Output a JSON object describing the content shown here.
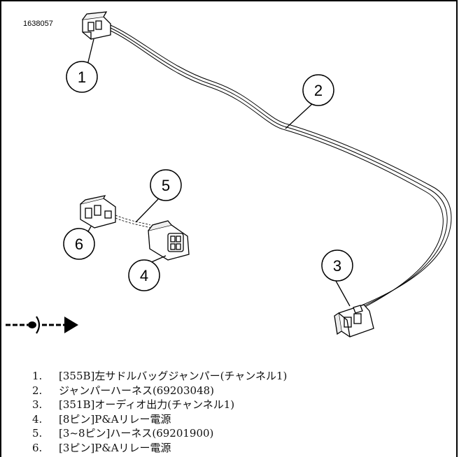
{
  "figure": {
    "number": "1638057"
  },
  "callouts": [
    "1",
    "2",
    "3",
    "4",
    "5",
    "6"
  ],
  "legend": [
    {
      "num": "1.",
      "text": "[355B]左サドルバッグジャンパー(チャンネル1)"
    },
    {
      "num": "2.",
      "text": "ジャンパーハーネス(69203048)"
    },
    {
      "num": "3.",
      "text": "[351B]オーディオ出力(チャンネル1)"
    },
    {
      "num": "4.",
      "text": "[8ピン]P&Aリレー電源"
    },
    {
      "num": "5.",
      "text": "[3~8ピン]ハーネス(69201900)"
    },
    {
      "num": "6.",
      "text": "[3ピン]P&Aリレー電源"
    }
  ],
  "icons": [
    "connector-mating-arrow-icon"
  ]
}
